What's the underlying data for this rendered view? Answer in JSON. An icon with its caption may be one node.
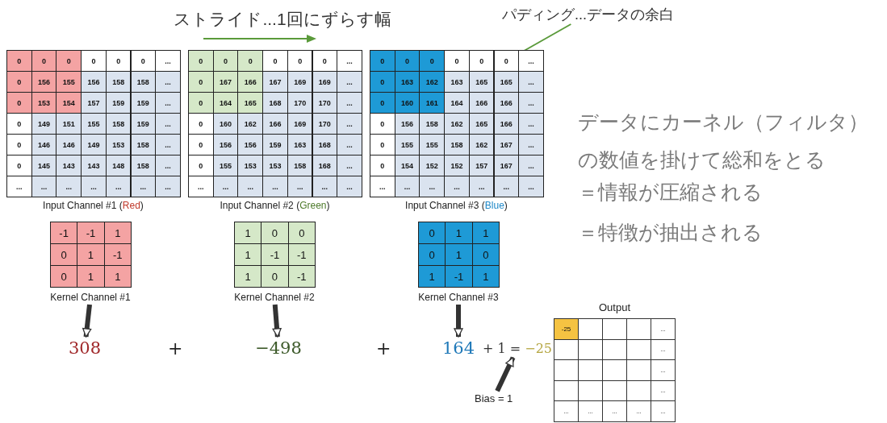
{
  "diagram": {
    "nodes": [
      {
        "text": [
          "パディング...データの余白"
        ]
      },
      {
        "text": [
          "0"
        ]
      },
      {
        "text": [
          "Kernel Channel #1"
        ]
      },
      {
        "text": [
          "308"
        ]
      },
      {
        "text": [
          "Kernel Channel #2"
        ]
      },
      {
        "text": [
          "−498"
        ]
      },
      {
        "text": [
          "Kernel Channel #3"
        ]
      },
      {
        "text": [
          "164"
        ]
      },
      {
        "text": [
          "+ 1 = −25"
        ]
      },
      {
        "text": [
          "Bias = 1"
        ]
      }
    ],
    "edges": [
      {
        "from": 0,
        "to": 1,
        "arrow": "none",
        "color": "#5a9a3a"
      },
      {
        "from": 2,
        "to": 3,
        "arrow": "to"
      },
      {
        "from": 4,
        "to": 5,
        "arrow": "to"
      },
      {
        "from": 6,
        "to": 7,
        "arrow": "to"
      },
      {
        "from": 9,
        "to": 8,
        "arrow": "to"
      }
    ],
    "labels": [
      "ストライド...1回にずらす幅",
      "0",
      "0",
      "0",
      "0",
      "0",
      "0",
      "...",
      "0",
      "156",
      "155",
      "156",
      "158",
      "158",
      "...",
      "0",
      "153",
      "154",
      "157",
      "159",
      "159",
      "...",
      "0",
      "149",
      "151",
      "155",
      "158",
      "159",
      "...",
      "0",
      "146",
      "146",
      "149",
      "153",
      "158",
      "...",
      "0",
      "145",
      "143",
      "143",
      "148",
      "158",
      "...",
      "...",
      "...",
      "...",
      "...",
      "...",
      "...",
      "...",
      "Input Channel #1 (Red)",
      "0",
      "0",
      "0",
      "0",
      "0",
      "0",
      "...",
      "0",
      "167",
      "166",
      "167",
      "169",
      "169",
      "...",
      "0",
      "164",
      "165",
      "168",
      "170",
      "170",
      "...",
      "0",
      "160",
      "162",
      "166",
      "169",
      "170",
      "...",
      "0",
      "156",
      "156",
      "159",
      "163",
      "168",
      "...",
      "0",
      "155",
      "153",
      "153",
      "158",
      "168",
      "...",
      "...",
      "...",
      "...",
      "...",
      "...",
      "...",
      "...",
      "Input Channel #2 (Green)",
      "0",
      "0",
      "0",
      "0",
      "0",
      "...",
      "0",
      "163",
      "162",
      "163",
      "165",
      "165",
      "...",
      "0",
      "160",
      "161",
      "164",
      "166",
      "166",
      "...",
      "0",
      "156",
      "158",
      "162",
      "165",
      "166",
      "...",
      "0",
      "155",
      "155",
      "158",
      "162",
      "167",
      "...",
      "0",
      "154",
      "152",
      "152",
      "157",
      "167",
      "...",
      "...",
      "...",
      "...",
      "...",
      "...",
      "...",
      "...",
      "Input Channel #3 (Blue)",
      "データにカーネル（フィルタ）の数値を掛けて総和をとる",
      "＝情報が圧縮される",
      "＝特徴が抽出される",
      "-1",
      "-1",
      "1",
      "0",
      "1",
      "-1",
      "0",
      "1",
      "1",
      "1",
      "0",
      "0",
      "1",
      "-1",
      "-1",
      "1",
      "0",
      "-1",
      "0",
      "1",
      "1",
      "0",
      "1",
      "0",
      "1",
      "-1",
      "1",
      "+",
      "+",
      "Output",
      "-25",
      "...",
      "...",
      "...",
      "...",
      "...",
      "...",
      "...",
      "...",
      "..."
    ]
  }
}
